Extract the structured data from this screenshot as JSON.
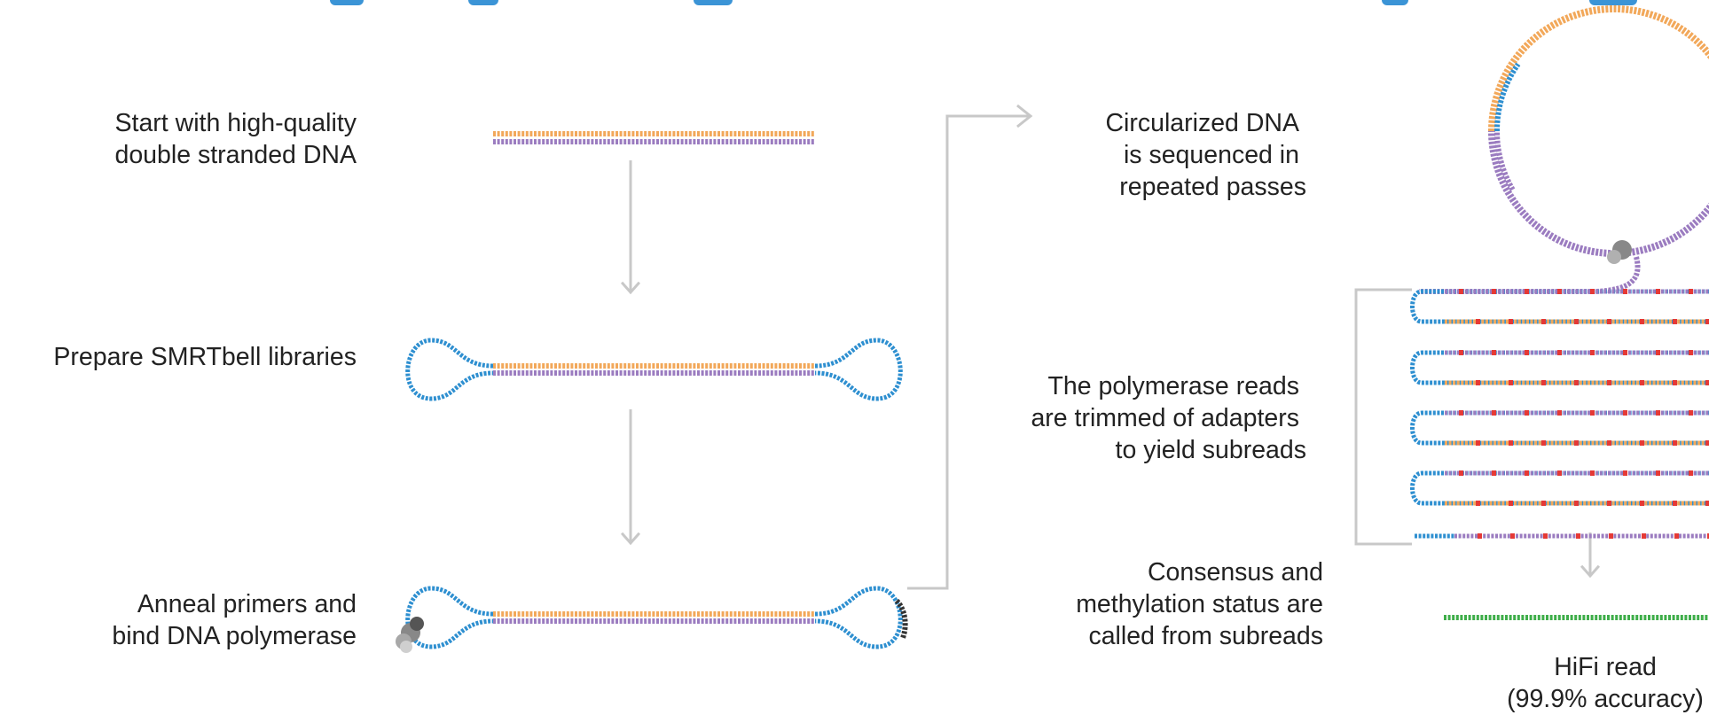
{
  "colors": {
    "title": "#3b94d6",
    "text": "#222222",
    "arrow": "#c8c8c8",
    "adapter": "#2e8fd0",
    "orange_strand": "#f2a85a",
    "purple_strand": "#9b7cc0",
    "methylation_mark": "#e53935",
    "hifi_read": "#3fae4a",
    "polymerase": "#888888",
    "primer": "#333333"
  },
  "steps": [
    {
      "name": "start",
      "lines": [
        "Start with high-quality",
        "double stranded DNA"
      ]
    },
    {
      "name": "prepare",
      "lines": [
        "Prepare SMRTbell libraries"
      ]
    },
    {
      "name": "anneal",
      "lines": [
        "Anneal primers and",
        "bind DNA polymerase"
      ]
    },
    {
      "name": "circularized",
      "lines": [
        "Circularized DNA",
        "is sequenced in",
        "repeated passes"
      ]
    },
    {
      "name": "trimmed",
      "lines": [
        "The polymerase reads",
        "are trimmed of adapters",
        "to yield subreads"
      ]
    },
    {
      "name": "consensus",
      "lines": [
        "Consensus and",
        "methylation status are",
        "called from subreads"
      ]
    },
    {
      "name": "hifi",
      "lines": [
        "HiFi read",
        "(99.9% accuracy)"
      ]
    }
  ],
  "icons": {
    "polymerase": "polymerase-icon",
    "primer": "primer-icon",
    "methylation": "methylation-mark-icon"
  }
}
